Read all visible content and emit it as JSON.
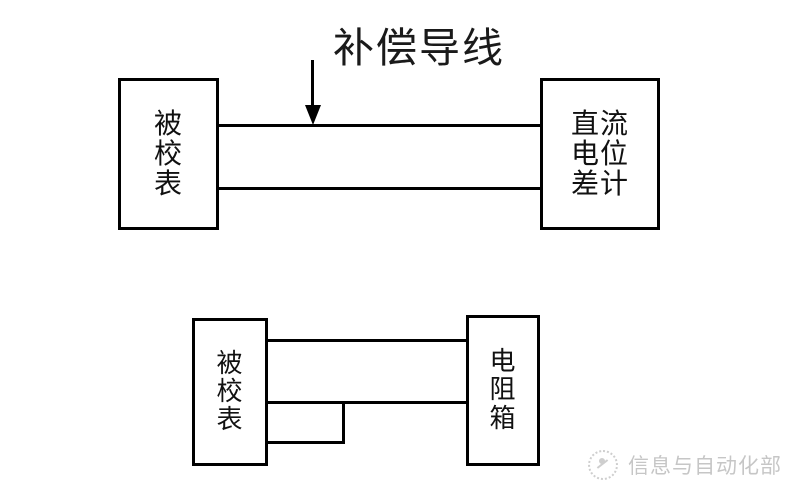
{
  "diagram": {
    "title": "",
    "background_color": "#ffffff",
    "line_color": "#000000",
    "upper": {
      "device_box": {
        "label_lines": [
          "被",
          "校",
          "表"
        ],
        "label_full": "被校表"
      },
      "instrument_box": {
        "label_lines": [
          "直流",
          "电位",
          "差计"
        ],
        "label_full": "直流电位差计"
      },
      "annotation": {
        "label": "补偿导线"
      },
      "wires": [
        {
          "name": "top-lead"
        },
        {
          "name": "bottom-lead"
        }
      ]
    },
    "lower": {
      "device_box": {
        "label_lines": [
          "被",
          "校",
          "表"
        ],
        "label_full": "被校表"
      },
      "instrument_box": {
        "label_lines": [
          "电",
          "阻",
          "箱"
        ],
        "label_full": "电阻箱"
      },
      "wires": [
        {
          "name": "top-lead"
        },
        {
          "name": "middle-lead"
        },
        {
          "name": "jumper-lead"
        },
        {
          "name": "link"
        }
      ]
    }
  },
  "watermark": {
    "icon": "circular-logo-icon",
    "text": "信息与自动化部",
    "color": "#7a7a7a"
  }
}
